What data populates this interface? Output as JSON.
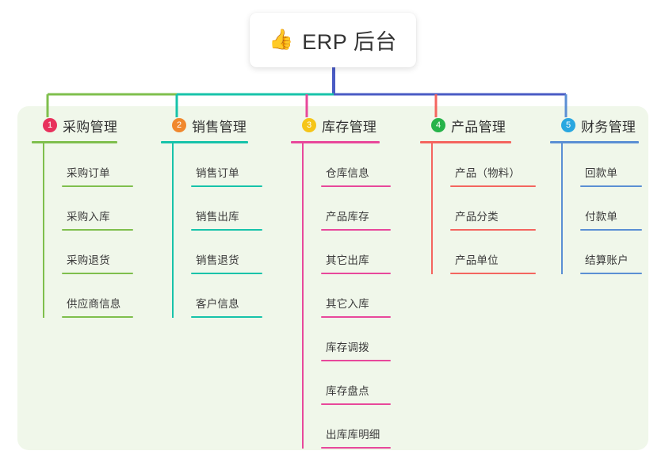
{
  "root": {
    "icon": "thumbs-up-icon",
    "icon_glyph": "👍",
    "title": "ERP 后台"
  },
  "panel": {
    "background_color": "#f0f7ea"
  },
  "trunk": {
    "color": "#4a5bc4"
  },
  "columns": [
    {
      "number": "1",
      "title": "采购管理",
      "badge_color": "#e8315c",
      "line_color": "#7fbf4d",
      "items": [
        {
          "label": "采购订单"
        },
        {
          "label": "采购入库"
        },
        {
          "label": "采购退货"
        },
        {
          "label": "供应商信息"
        }
      ]
    },
    {
      "number": "2",
      "title": "销售管理",
      "badge_color": "#f0882e",
      "line_color": "#17c3aa",
      "items": [
        {
          "label": "销售订单"
        },
        {
          "label": "销售出库"
        },
        {
          "label": "销售退货"
        },
        {
          "label": "客户信息"
        }
      ]
    },
    {
      "number": "3",
      "title": "库存管理",
      "badge_color": "#f5c518",
      "line_color": "#e8489b",
      "items": [
        {
          "label": "仓库信息"
        },
        {
          "label": "产品库存"
        },
        {
          "label": "其它出库"
        },
        {
          "label": "其它入库"
        },
        {
          "label": "库存调拨"
        },
        {
          "label": "库存盘点"
        },
        {
          "label": "出库库明细"
        }
      ]
    },
    {
      "number": "4",
      "title": "产品管理",
      "badge_color": "#27b34a",
      "line_color": "#f4655f",
      "items": [
        {
          "label": "产品（物料）"
        },
        {
          "label": "产品分类"
        },
        {
          "label": "产品单位"
        }
      ]
    },
    {
      "number": "5",
      "title": "财务管理",
      "badge_color": "#29a7e0",
      "line_color": "#5b8fd4",
      "items": [
        {
          "label": "回款单"
        },
        {
          "label": "付款单"
        },
        {
          "label": "结算账户"
        }
      ]
    }
  ]
}
